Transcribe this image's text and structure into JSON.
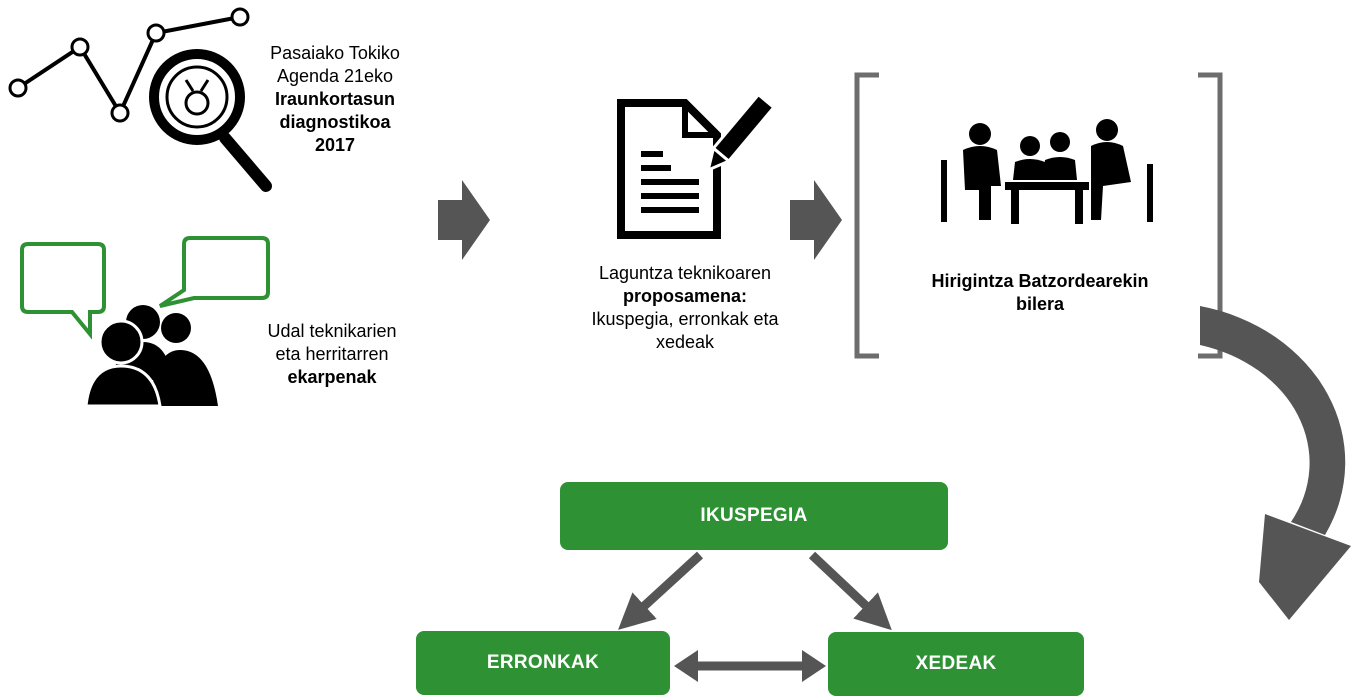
{
  "diagnosis": {
    "line1": "Pasaiako Tokiko",
    "line2": "Agenda 21eko",
    "line3": "Iraunkortasun",
    "line4": "diagnostikoa",
    "line5": "2017"
  },
  "contributions": {
    "line1": "Udal teknikarien",
    "line2": "eta herritarren",
    "line3": "ekarpenak"
  },
  "proposal": {
    "line1": "Laguntza teknikoaren",
    "line2": "proposamena:",
    "line3": "Ikuspegia, erronkak eta",
    "line4": "xedeak"
  },
  "meeting": {
    "line1": "Hirigintza Batzordearekin",
    "line2": "bilera"
  },
  "boxes": {
    "vision": "IKUSPEGIA",
    "challenges": "ERRONKAK",
    "goals": "XEDEAK"
  },
  "colors": {
    "green": "#2e9234",
    "arrow_gray": "#555555",
    "bracket_gray": "#6d6d6d"
  }
}
